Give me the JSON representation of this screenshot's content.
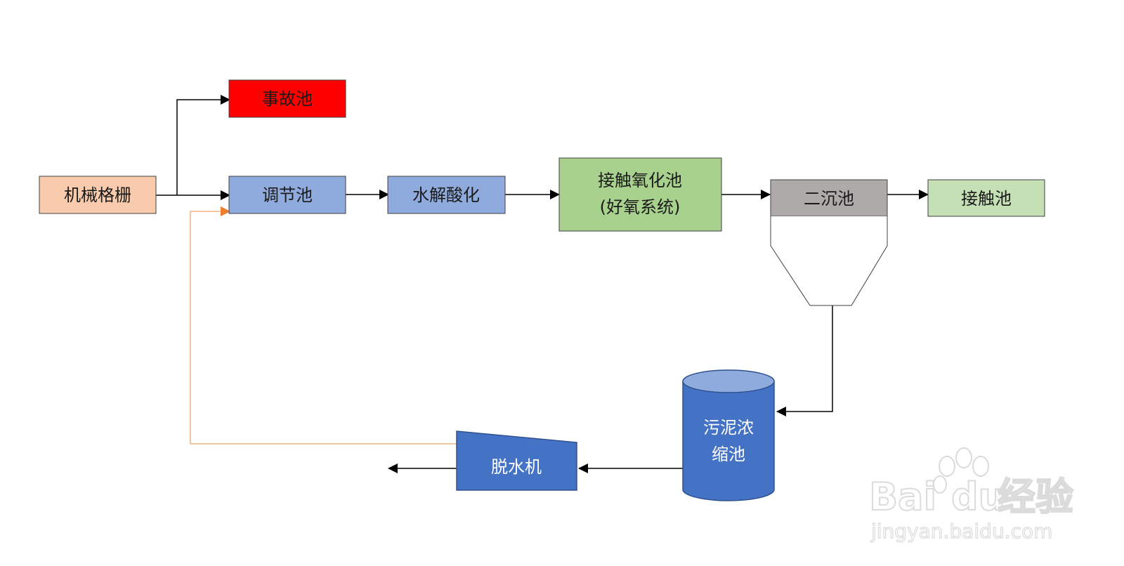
{
  "nodes": {
    "grille": {
      "label": "机械格栅",
      "fill": "#f8cbad"
    },
    "accident_pool": {
      "label": "事故池",
      "fill": "#ff0000"
    },
    "regulating_pool": {
      "label": "调节池",
      "fill": "#8faadc"
    },
    "hydrolysis": {
      "label": "水解酸化",
      "fill": "#8faadc"
    },
    "contact_oxidation": {
      "line1": "接触氧化池",
      "line2": "(好氧系统)",
      "fill": "#a9d18e"
    },
    "secondary_clarifier": {
      "label": "二沉池",
      "fill": "#aeaaaa"
    },
    "contact_pool": {
      "label": "接触池",
      "fill": "#c5e0b4"
    },
    "sludge_thickener": {
      "line1": "污泥浓",
      "line2": "缩池",
      "fill": "#4472c4"
    },
    "dewatering_machine": {
      "label": "脱水机",
      "fill": "#4472c4"
    }
  },
  "colors": {
    "arrow": "#000000",
    "return_line": "#f4b183",
    "return_arrowhead": "#ed7d31",
    "outline": "#404040"
  },
  "watermark": {
    "logo_text": "Bai",
    "logo_text2": "du",
    "logo_cn": "经验",
    "url": "jingyan.baidu.com"
  }
}
